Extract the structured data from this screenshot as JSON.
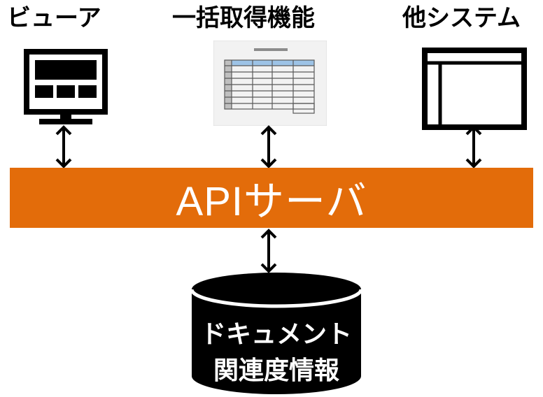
{
  "clients": {
    "viewer_label": "ビューア",
    "bulk_label": "一括取得機能",
    "other_label": "他システム"
  },
  "server": {
    "label": "APIサーバ"
  },
  "database": {
    "line1": "ドキュメント",
    "line2": "関連度情報"
  },
  "colors": {
    "accent": "#E36C0A",
    "sheet_bg": "#F2F2F2",
    "table_header": "#9DC3E6"
  },
  "icons": [
    "monitor-icon",
    "spreadsheet-icon",
    "window-icon",
    "database-icon",
    "double-arrow-icon"
  ]
}
